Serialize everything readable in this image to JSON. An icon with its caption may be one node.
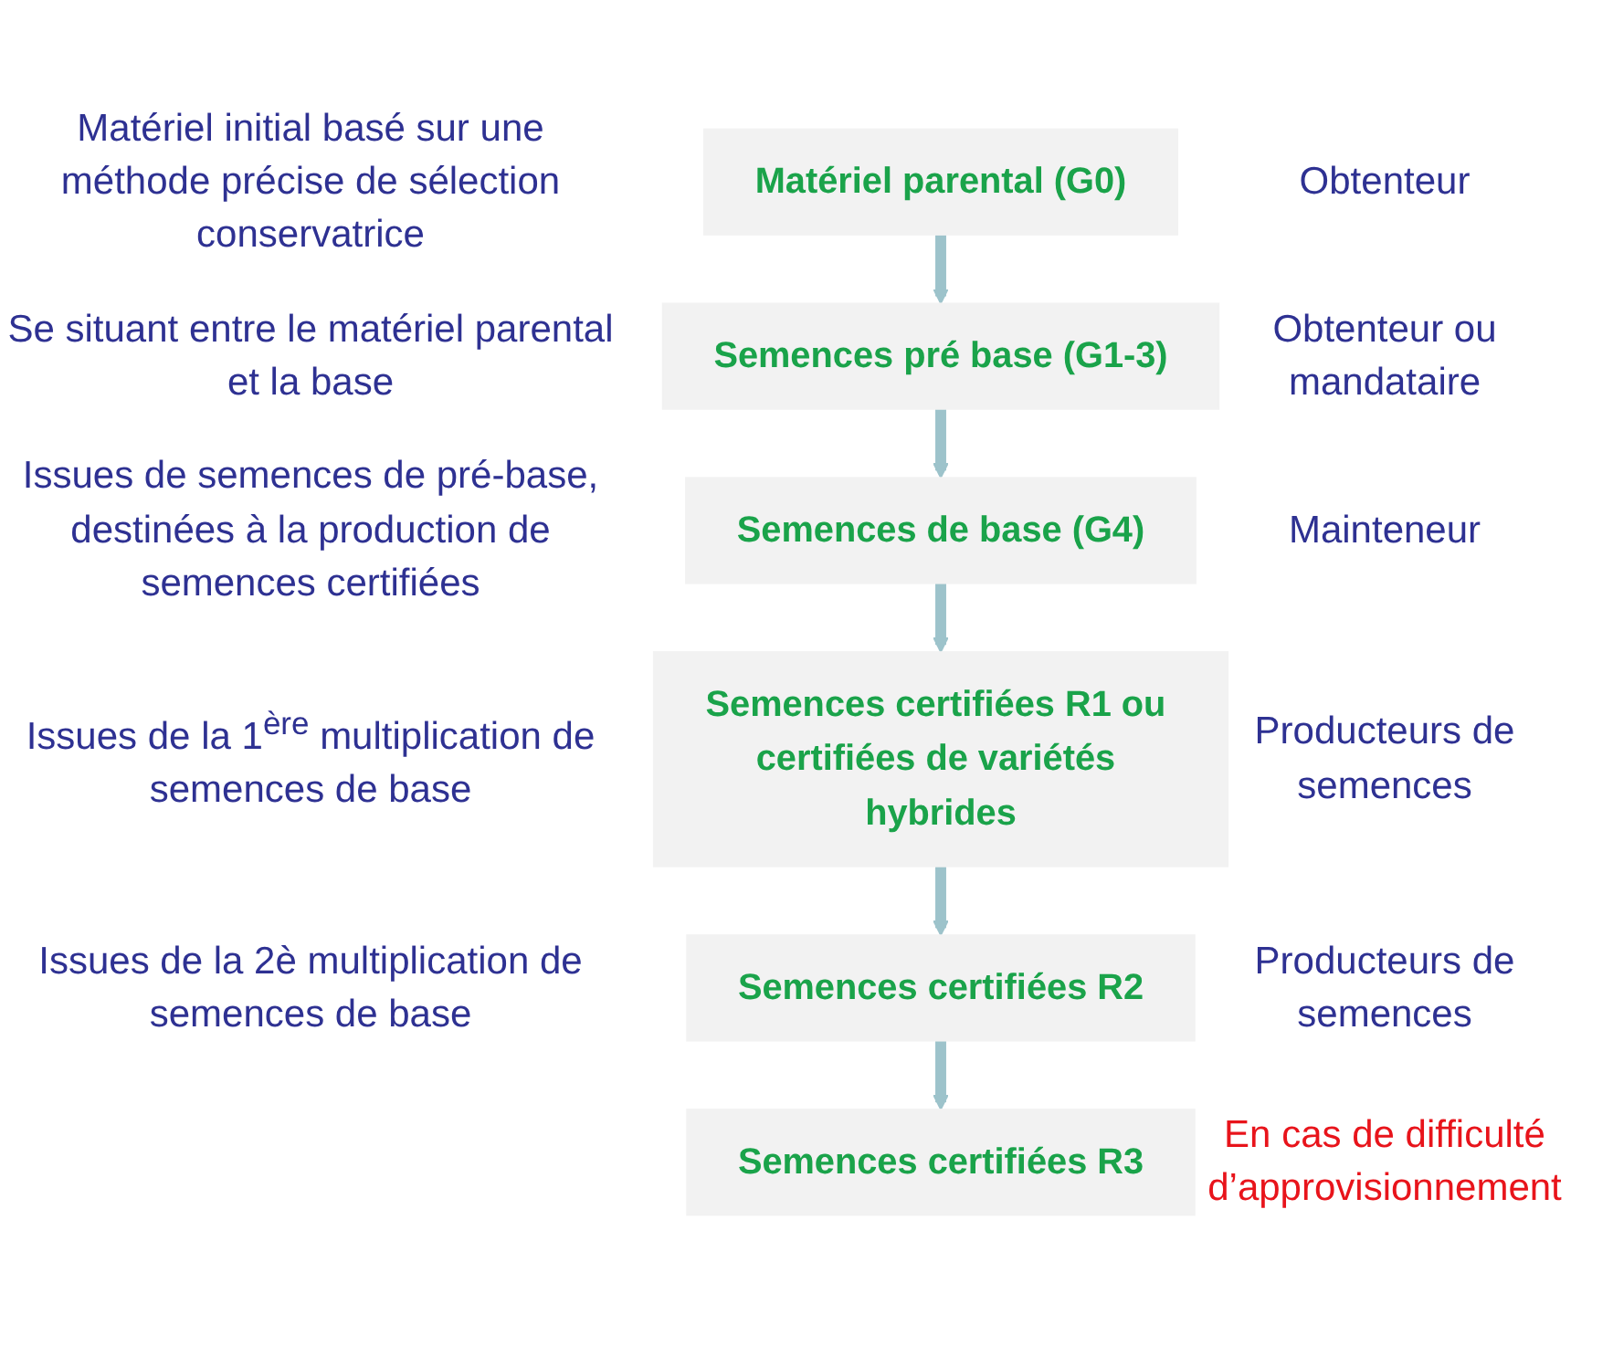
{
  "diagram": {
    "nodes": [
      {
        "text": [
          "Matériel parental (G0)"
        ],
        "beside": [
          "Matériel initial basé sur une méthode précise de sélection conservatrice",
          "Obtenteur"
        ]
      },
      {
        "text": [
          "Semences pré base (G1-3)"
        ],
        "beside": [
          "Se situant entre le matériel parental et la base",
          "Obtenteur ou mandataire"
        ]
      },
      {
        "text": [
          "Semences de base (G4)"
        ],
        "beside": [
          "Issues de semences de pré-base, destinées à la production de semences certifiées",
          "Mainteneur"
        ]
      },
      {
        "text": [
          "Semences certifiées R1 ou certifiées de variétés hybrides"
        ],
        "beside": [
          "Issues de la 1$^{ère}$ multiplication de semences de base",
          "Producteurs de semences"
        ]
      },
      {
        "text": [
          "Semences certifiées R2"
        ],
        "beside": [
          "Issues de la 2è multiplication de semences de base",
          "Producteurs de semences"
        ]
      },
      {
        "text": [
          "Semences certifiées R3"
        ],
        "beside": [
          "En cas de difficulté d’approvisionnement"
        ]
      }
    ],
    "edges": [
      {
        "from": 0,
        "to": 1,
        "arrow": "to"
      },
      {
        "from": 1,
        "to": 2,
        "arrow": "to"
      },
      {
        "from": 2,
        "to": 3,
        "arrow": "to"
      },
      {
        "from": 3,
        "to": 4,
        "arrow": "to"
      },
      {
        "from": 4,
        "to": 5,
        "arrow": "to"
      }
    ]
  }
}
